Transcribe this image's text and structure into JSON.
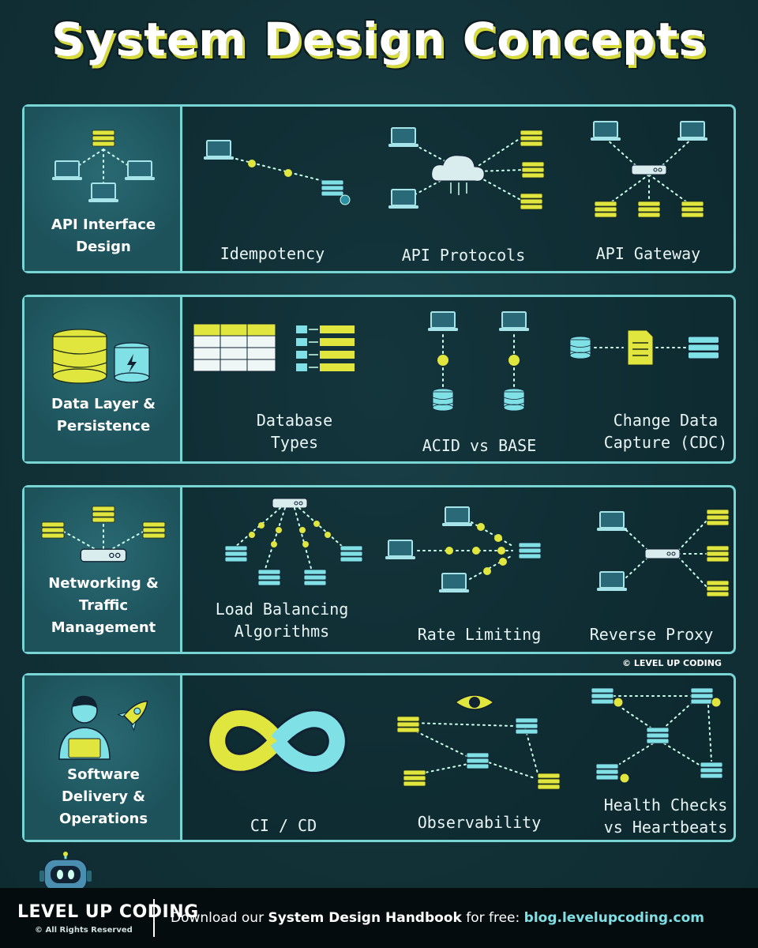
{
  "title": "System Design Concepts",
  "colors": {
    "accent_yellow": "#e0e63e",
    "accent_teal": "#79d4d4",
    "background": "#123238"
  },
  "rows": [
    {
      "category": "API Interface\nDesign",
      "category_icon": "client-server-network-icon",
      "concepts": [
        {
          "label": "Idempotency",
          "icon": "laptop-to-server-icon"
        },
        {
          "label": "API Protocols",
          "icon": "cloud-hub-icon"
        },
        {
          "label": "API Gateway",
          "icon": "gateway-router-icon"
        }
      ]
    },
    {
      "category": "Data Layer &\nPersistence",
      "category_icon": "database-icon",
      "concepts": [
        {
          "label": "Database\nTypes",
          "icon": "table-and-keyvalue-icon"
        },
        {
          "label": "ACID vs BASE",
          "icon": "laptop-database-icon"
        },
        {
          "label": "Change Data\nCapture (CDC)",
          "icon": "database-document-server-icon"
        }
      ]
    },
    {
      "category": "Networking &\nTraffic\nManagement",
      "category_icon": "router-servers-icon",
      "concepts": [
        {
          "label": "Load Balancing\nAlgorithms",
          "icon": "load-balancer-icon"
        },
        {
          "label": "Rate Limiting",
          "icon": "rate-limit-icon"
        },
        {
          "label": "Reverse Proxy",
          "icon": "reverse-proxy-icon"
        }
      ]
    },
    {
      "category": "Software\nDelivery &\nOperations",
      "category_icon": "developer-rocket-icon",
      "concepts": [
        {
          "label": "CI / CD",
          "icon": "infinity-loop-icon"
        },
        {
          "label": "Observability",
          "icon": "eye-network-icon"
        },
        {
          "label": "Health Checks\nvs Heartbeats",
          "icon": "health-check-icon"
        }
      ]
    }
  ],
  "copyright": "© LEVEL UP CODING",
  "footer": {
    "brand": "LEVEL UP CODING",
    "rights": "© All Rights Reserved",
    "cta_prefix": "Download our ",
    "cta_bold": "System Design Handbook",
    "cta_middle": " for free: ",
    "cta_link": "blog.levelupcoding.com"
  }
}
